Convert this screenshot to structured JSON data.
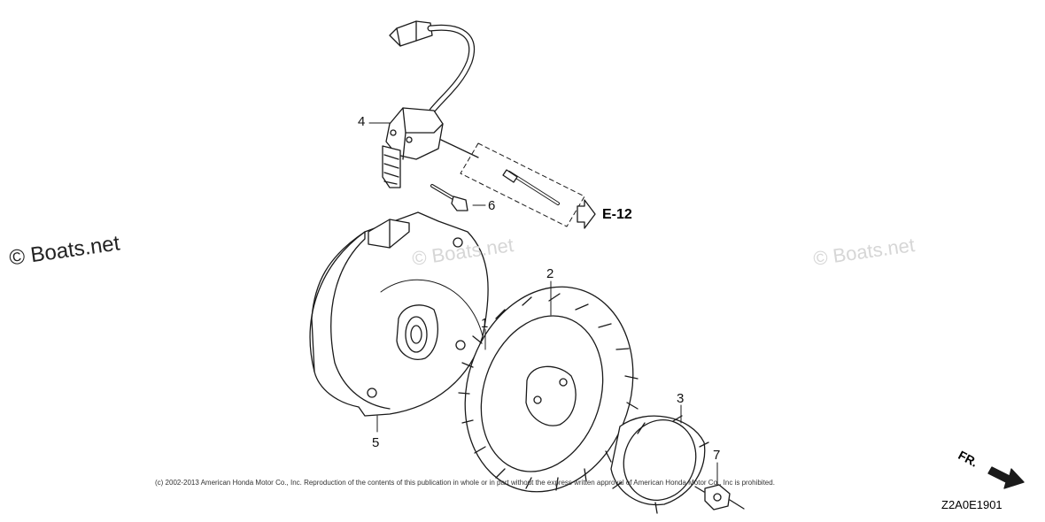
{
  "watermarks": [
    "© Boats.net",
    "© Boats.net",
    "© Boats.net"
  ],
  "callouts": [
    "1",
    "2",
    "3",
    "4",
    "5",
    "6",
    "7"
  ],
  "reference": "E-12",
  "direction_label": "FR.",
  "diagram_code": "Z2A0E1901",
  "copyright": "(c) 2002-2013 American Honda Motor Co., Inc. Reproduction of the contents of this publication in whole or in part without the express written approval of American Honda Motor Co., Inc is prohibited.",
  "colors": {
    "line": "#1a1a1a",
    "watermark": "#d6d6d6"
  }
}
